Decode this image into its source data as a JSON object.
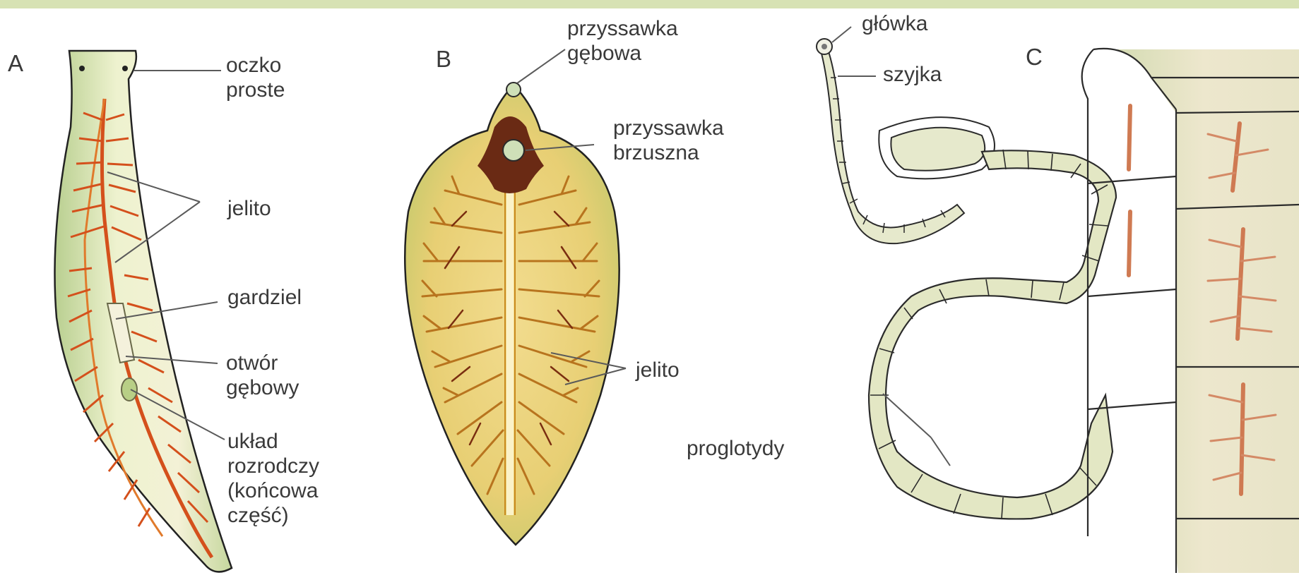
{
  "colors": {
    "top_band": "#d7e2b4",
    "label_text": "#3a3a3a",
    "leader_line": "#5a5a5a",
    "body_green": "#dfe8b6",
    "gut_red": "#d4501c",
    "gut_yellow": "#e0a531",
    "sucker_dark": "#6a2a14",
    "segment_fill": "#e6e9cc",
    "segment_line": "#2b2b2b"
  },
  "panels": {
    "a": {
      "letter": "A"
    },
    "b": {
      "letter": "B"
    },
    "c": {
      "letter": "C"
    }
  },
  "labels": {
    "a": {
      "eyespot": [
        "oczko",
        "proste"
      ],
      "gut": "jelito",
      "pharynx": "gardziel",
      "mouth": [
        "otwór",
        "gębowy"
      ],
      "reproductive": [
        "układ",
        "rozrodczy",
        "(końcowa",
        "część)"
      ]
    },
    "b": {
      "oral_sucker": [
        "przyssawka",
        "gębowa"
      ],
      "ventral_sucker": [
        "przyssawka",
        "brzuszna"
      ],
      "gut": "jelito"
    },
    "c": {
      "head": "główka",
      "neck": "szyjka",
      "proglottids": "proglotydy"
    }
  }
}
